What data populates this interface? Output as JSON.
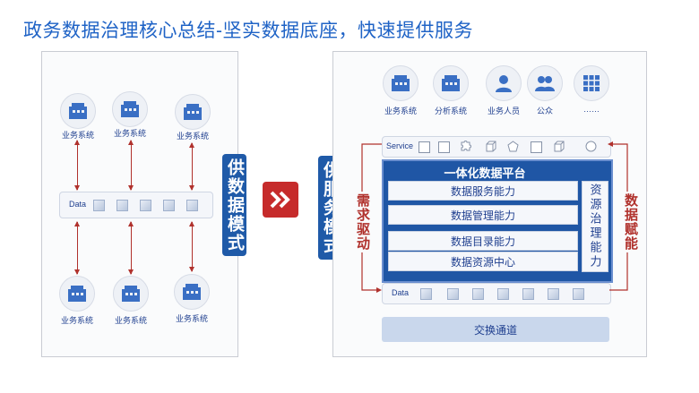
{
  "title": "政务数据治理核心总结-坚实数据底座，快速提供服务",
  "left": {
    "top_systems": [
      "业务系统",
      "业务系统",
      "业务系统"
    ],
    "data_label": "Data",
    "bottom_systems": [
      "业务系统",
      "业务系统",
      "业务系统"
    ]
  },
  "left_mode_label": "供数据模式",
  "right_mode_label": "供服务模式",
  "right": {
    "roles": [
      "业务系统",
      "分析系统",
      "业务人员",
      "公众",
      "……"
    ],
    "service_label": "Service",
    "platform_title": "一体化数据平台",
    "capabilities": [
      "数据服务能力",
      "数据管理能力",
      "数据目录能力",
      "数据资源中心"
    ],
    "side_capability": "资源治理能力",
    "data_label": "Data",
    "exchange_label": "交换通道",
    "left_red_text": "需求驱动",
    "right_red_text": "数据赋能"
  },
  "colors": {
    "accent": "#1f5aa8",
    "title": "#1f63c6",
    "arrow": "#b0312c",
    "button": "#c62b2b"
  }
}
